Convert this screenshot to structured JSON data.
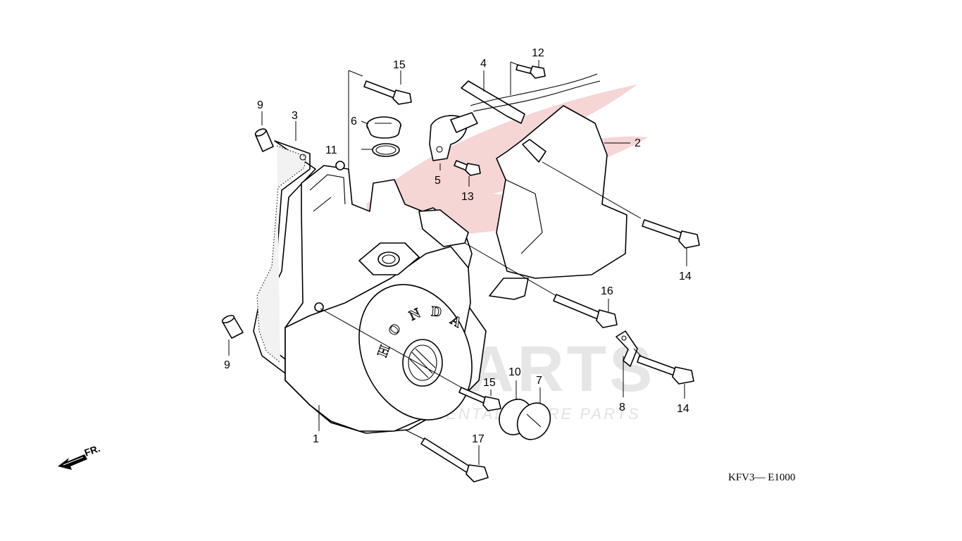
{
  "diagram": {
    "watermark": {
      "main": "ICSPARTS",
      "tagline": "INTERCONTINENTAL SPARE PARTS"
    },
    "direction_label": "FR.",
    "diagram_code": "KFV3— E1000",
    "callouts": [
      "1",
      "2",
      "3",
      "4",
      "5",
      "6",
      "7",
      "8",
      "9",
      "9",
      "10",
      "11",
      "12",
      "13",
      "14",
      "14",
      "15",
      "15",
      "16",
      "17"
    ]
  },
  "colors": {
    "watermark_red": "#f3c7c7",
    "watermark_gray": "#e6e6e6"
  }
}
